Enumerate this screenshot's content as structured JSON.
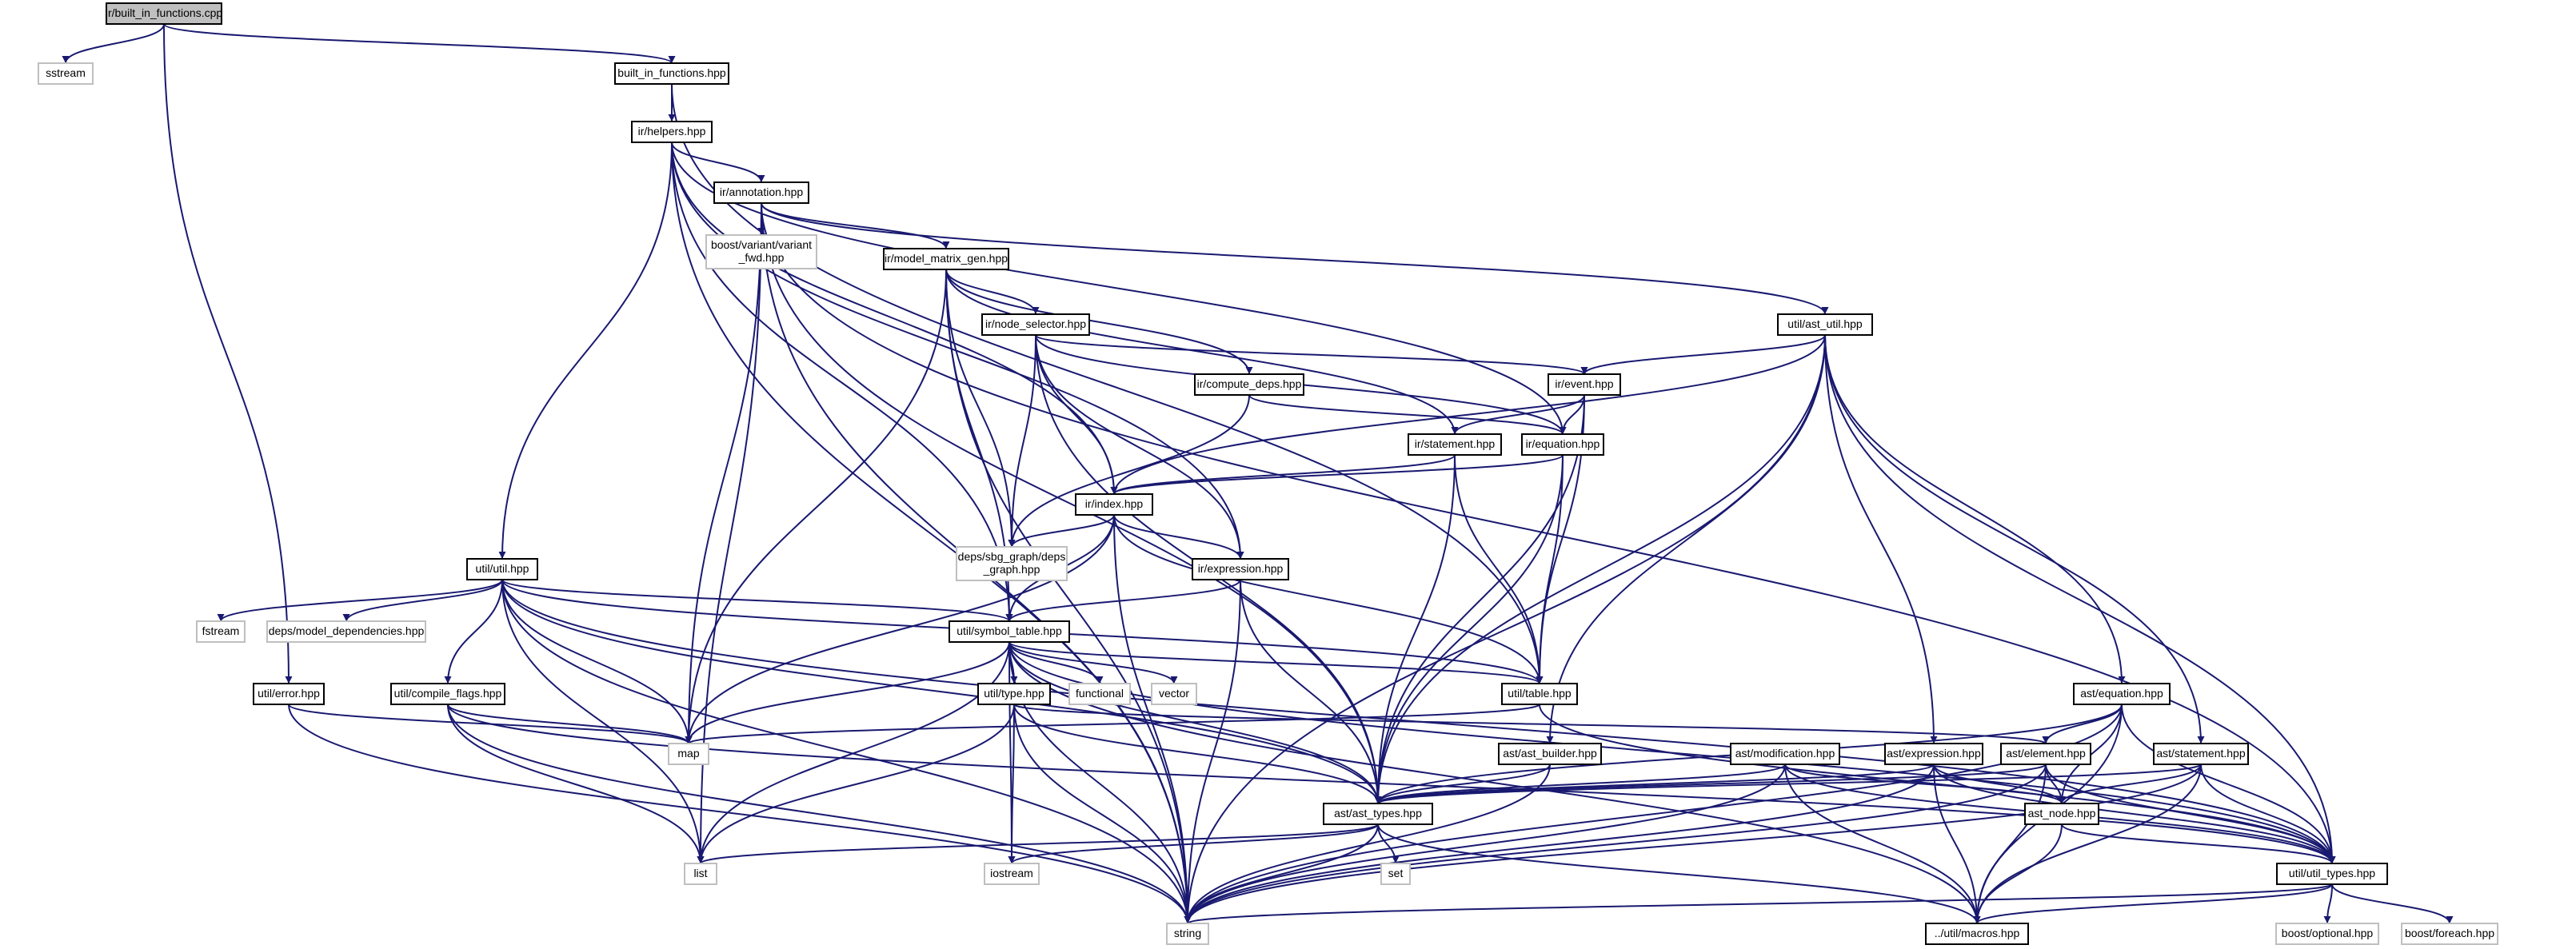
{
  "diagram": {
    "type": "include-dependency-graph",
    "colors": {
      "edge": "#191970",
      "root_fill": "#bfbfbf",
      "node_border": "#000000",
      "system_border": "#bfbfbf"
    },
    "nodes": [
      {
        "id": "root",
        "label": [
          "ir/built_in_functions.cpp"
        ],
        "kind": "root"
      },
      {
        "id": "sstream",
        "label": [
          "sstream"
        ],
        "kind": "system"
      },
      {
        "id": "bif_hpp",
        "label": [
          "built_in_functions.hpp"
        ],
        "kind": "file"
      },
      {
        "id": "helpers",
        "label": [
          "ir/helpers.hpp"
        ],
        "kind": "file"
      },
      {
        "id": "annotation",
        "label": [
          "ir/annotation.hpp"
        ],
        "kind": "file"
      },
      {
        "id": "variant",
        "label": [
          "boost/variant/variant",
          "_fwd.hpp"
        ],
        "kind": "system"
      },
      {
        "id": "mmg",
        "label": [
          "ir/model_matrix_gen.hpp"
        ],
        "kind": "file"
      },
      {
        "id": "ns",
        "label": [
          "ir/node_selector.hpp"
        ],
        "kind": "file"
      },
      {
        "id": "cdeps",
        "label": [
          "ir/compute_deps.hpp"
        ],
        "kind": "file"
      },
      {
        "id": "astutil",
        "label": [
          "util/ast_util.hpp"
        ],
        "kind": "file"
      },
      {
        "id": "event",
        "label": [
          "ir/event.hpp"
        ],
        "kind": "file"
      },
      {
        "id": "statement",
        "label": [
          "ir/statement.hpp"
        ],
        "kind": "file"
      },
      {
        "id": "equation",
        "label": [
          "ir/equation.hpp"
        ],
        "kind": "file"
      },
      {
        "id": "index",
        "label": [
          "ir/index.hpp"
        ],
        "kind": "file"
      },
      {
        "id": "sbg",
        "label": [
          "deps/sbg_graph/deps",
          "_graph.hpp"
        ],
        "kind": "system"
      },
      {
        "id": "expression",
        "label": [
          "ir/expression.hpp"
        ],
        "kind": "file"
      },
      {
        "id": "utilhpp",
        "label": [
          "util/util.hpp"
        ],
        "kind": "file"
      },
      {
        "id": "fstream",
        "label": [
          "fstream"
        ],
        "kind": "system"
      },
      {
        "id": "moddeps",
        "label": [
          "deps/model_dependencies.hpp"
        ],
        "kind": "system"
      },
      {
        "id": "symtab",
        "label": [
          "util/symbol_table.hpp"
        ],
        "kind": "file"
      },
      {
        "id": "functional",
        "label": [
          "functional"
        ],
        "kind": "system"
      },
      {
        "id": "vector",
        "label": [
          "vector"
        ],
        "kind": "system"
      },
      {
        "id": "table",
        "label": [
          "util/table.hpp"
        ],
        "kind": "file"
      },
      {
        "id": "asteq",
        "label": [
          "ast/equation.hpp"
        ],
        "kind": "file"
      },
      {
        "id": "error",
        "label": [
          "util/error.hpp"
        ],
        "kind": "file"
      },
      {
        "id": "compflags",
        "label": [
          "util/compile_flags.hpp"
        ],
        "kind": "file"
      },
      {
        "id": "type",
        "label": [
          "util/type.hpp"
        ],
        "kind": "file"
      },
      {
        "id": "map",
        "label": [
          "map"
        ],
        "kind": "system"
      },
      {
        "id": "astbuilder",
        "label": [
          "ast/ast_builder.hpp"
        ],
        "kind": "file"
      },
      {
        "id": "modification",
        "label": [
          "ast/modification.hpp"
        ],
        "kind": "file"
      },
      {
        "id": "astexpr",
        "label": [
          "ast/expression.hpp"
        ],
        "kind": "file"
      },
      {
        "id": "element",
        "label": [
          "ast/element.hpp"
        ],
        "kind": "file"
      },
      {
        "id": "aststmt",
        "label": [
          "ast/statement.hpp"
        ],
        "kind": "file"
      },
      {
        "id": "asttypes",
        "label": [
          "ast/ast_types.hpp"
        ],
        "kind": "file"
      },
      {
        "id": "astnode",
        "label": [
          "ast_node.hpp"
        ],
        "kind": "file"
      },
      {
        "id": "utiltypes",
        "label": [
          "util/util_types.hpp"
        ],
        "kind": "file"
      },
      {
        "id": "list",
        "label": [
          "list"
        ],
        "kind": "system"
      },
      {
        "id": "iostream",
        "label": [
          "iostream"
        ],
        "kind": "system"
      },
      {
        "id": "set",
        "label": [
          "set"
        ],
        "kind": "system"
      },
      {
        "id": "string",
        "label": [
          "string"
        ],
        "kind": "system"
      },
      {
        "id": "macros",
        "label": [
          "../util/macros.hpp"
        ],
        "kind": "file"
      },
      {
        "id": "optional",
        "label": [
          "boost/optional.hpp"
        ],
        "kind": "system"
      },
      {
        "id": "foreach",
        "label": [
          "boost/foreach.hpp"
        ],
        "kind": "system"
      }
    ],
    "edges": [
      [
        "root",
        "sstream"
      ],
      [
        "root",
        "bif_hpp"
      ],
      [
        "root",
        "error"
      ],
      [
        "bif_hpp",
        "helpers"
      ],
      [
        "bif_hpp",
        "table"
      ],
      [
        "helpers",
        "annotation"
      ],
      [
        "helpers",
        "utilhpp"
      ],
      [
        "helpers",
        "symtab"
      ],
      [
        "helpers",
        "index"
      ],
      [
        "helpers",
        "expression"
      ],
      [
        "helpers",
        "equation"
      ],
      [
        "helpers",
        "string"
      ],
      [
        "annotation",
        "variant"
      ],
      [
        "annotation",
        "mmg"
      ],
      [
        "annotation",
        "astutil"
      ],
      [
        "annotation",
        "map"
      ],
      [
        "annotation",
        "list"
      ],
      [
        "annotation",
        "string"
      ],
      [
        "annotation",
        "asttypes"
      ],
      [
        "annotation",
        "utiltypes"
      ],
      [
        "mmg",
        "ns"
      ],
      [
        "mmg",
        "cdeps"
      ],
      [
        "mmg",
        "statement"
      ],
      [
        "mmg",
        "sbg"
      ],
      [
        "mmg",
        "symtab"
      ],
      [
        "mmg",
        "map"
      ],
      [
        "mmg",
        "string"
      ],
      [
        "ns",
        "event"
      ],
      [
        "ns",
        "equation"
      ],
      [
        "ns",
        "index"
      ],
      [
        "ns",
        "expression"
      ],
      [
        "ns",
        "sbg"
      ],
      [
        "ns",
        "asttypes"
      ],
      [
        "cdeps",
        "equation"
      ],
      [
        "cdeps",
        "sbg"
      ],
      [
        "astutil",
        "event"
      ],
      [
        "astutil",
        "index"
      ],
      [
        "astutil",
        "asteq"
      ],
      [
        "astutil",
        "aststmt"
      ],
      [
        "astutil",
        "astexpr"
      ],
      [
        "astutil",
        "asttypes"
      ],
      [
        "astutil",
        "astbuilder"
      ],
      [
        "astutil",
        "utiltypes"
      ],
      [
        "astutil",
        "string"
      ],
      [
        "event",
        "statement"
      ],
      [
        "event",
        "equation"
      ],
      [
        "event",
        "table"
      ],
      [
        "event",
        "asttypes"
      ],
      [
        "statement",
        "index"
      ],
      [
        "statement",
        "table"
      ],
      [
        "statement",
        "asttypes"
      ],
      [
        "equation",
        "index"
      ],
      [
        "equation",
        "table"
      ],
      [
        "equation",
        "asttypes"
      ],
      [
        "index",
        "sbg"
      ],
      [
        "index",
        "expression"
      ],
      [
        "index",
        "symtab"
      ],
      [
        "index",
        "table"
      ],
      [
        "index",
        "map"
      ],
      [
        "index",
        "string"
      ],
      [
        "expression",
        "symtab"
      ],
      [
        "expression",
        "asttypes"
      ],
      [
        "expression",
        "string"
      ],
      [
        "utilhpp",
        "fstream"
      ],
      [
        "utilhpp",
        "moddeps"
      ],
      [
        "utilhpp",
        "symtab"
      ],
      [
        "utilhpp",
        "compflags"
      ],
      [
        "utilhpp",
        "map"
      ],
      [
        "utilhpp",
        "list"
      ],
      [
        "utilhpp",
        "string"
      ],
      [
        "utilhpp",
        "asttypes"
      ],
      [
        "utilhpp",
        "table"
      ],
      [
        "utilhpp",
        "utiltypes"
      ],
      [
        "symtab",
        "functional"
      ],
      [
        "symtab",
        "vector"
      ],
      [
        "symtab",
        "type"
      ],
      [
        "symtab",
        "table"
      ],
      [
        "symtab",
        "map"
      ],
      [
        "symtab",
        "list"
      ],
      [
        "symtab",
        "iostream"
      ],
      [
        "symtab",
        "string"
      ],
      [
        "symtab",
        "asttypes"
      ],
      [
        "symtab",
        "utiltypes"
      ],
      [
        "symtab",
        "macros"
      ],
      [
        "table",
        "map"
      ],
      [
        "table",
        "utiltypes"
      ],
      [
        "error",
        "map"
      ],
      [
        "error",
        "string"
      ],
      [
        "compflags",
        "map"
      ],
      [
        "compflags",
        "list"
      ],
      [
        "compflags",
        "string"
      ],
      [
        "compflags",
        "utiltypes"
      ],
      [
        "type",
        "list"
      ],
      [
        "type",
        "iostream"
      ],
      [
        "type",
        "string"
      ],
      [
        "type",
        "asttypes"
      ],
      [
        "type",
        "element"
      ],
      [
        "asteq",
        "element"
      ],
      [
        "asteq",
        "astnode"
      ],
      [
        "asteq",
        "asttypes"
      ],
      [
        "asteq",
        "utiltypes"
      ],
      [
        "asteq",
        "string"
      ],
      [
        "asteq",
        "macros"
      ],
      [
        "astbuilder",
        "asttypes"
      ],
      [
        "astbuilder",
        "string"
      ],
      [
        "modification",
        "asttypes"
      ],
      [
        "modification",
        "astnode"
      ],
      [
        "modification",
        "utiltypes"
      ],
      [
        "modification",
        "string"
      ],
      [
        "modification",
        "macros"
      ],
      [
        "astexpr",
        "asttypes"
      ],
      [
        "astexpr",
        "astnode"
      ],
      [
        "astexpr",
        "utiltypes"
      ],
      [
        "astexpr",
        "string"
      ],
      [
        "astexpr",
        "macros"
      ],
      [
        "element",
        "asttypes"
      ],
      [
        "element",
        "astnode"
      ],
      [
        "element",
        "utiltypes"
      ],
      [
        "element",
        "string"
      ],
      [
        "element",
        "macros"
      ],
      [
        "aststmt",
        "asttypes"
      ],
      [
        "aststmt",
        "astnode"
      ],
      [
        "aststmt",
        "utiltypes"
      ],
      [
        "aststmt",
        "string"
      ],
      [
        "aststmt",
        "macros"
      ],
      [
        "asttypes",
        "list"
      ],
      [
        "asttypes",
        "iostream"
      ],
      [
        "asttypes",
        "set"
      ],
      [
        "asttypes",
        "string"
      ],
      [
        "asttypes",
        "macros"
      ],
      [
        "astnode",
        "utiltypes"
      ],
      [
        "astnode",
        "macros"
      ],
      [
        "utiltypes",
        "string"
      ],
      [
        "utiltypes",
        "macros"
      ],
      [
        "utiltypes",
        "optional"
      ],
      [
        "utiltypes",
        "foreach"
      ]
    ]
  }
}
